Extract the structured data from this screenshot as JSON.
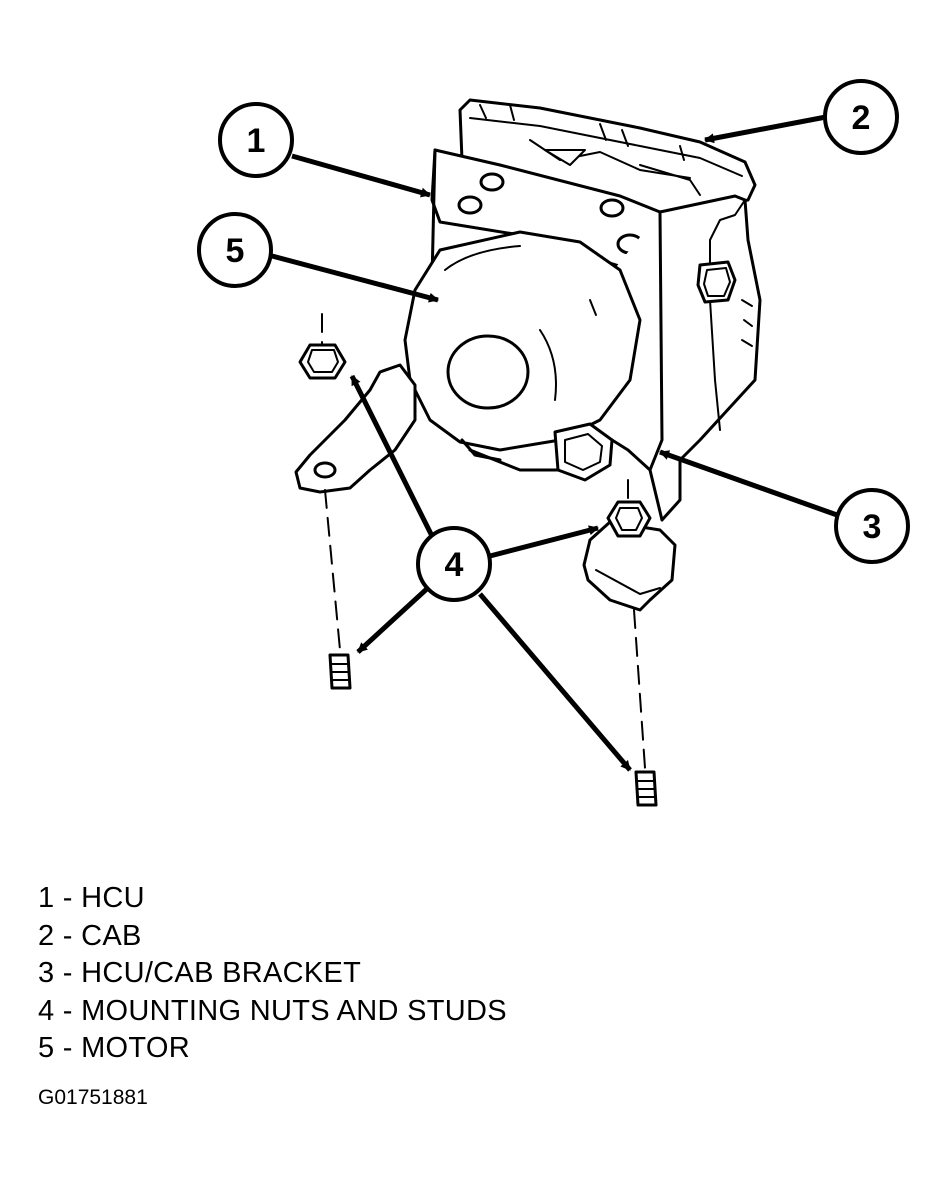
{
  "callouts": [
    {
      "id": "1",
      "part": "hcu"
    },
    {
      "id": "2",
      "part": "cab"
    },
    {
      "id": "3",
      "part": "bracket"
    },
    {
      "id": "4",
      "part": "mounting-nuts-and-studs"
    },
    {
      "id": "5",
      "part": "motor"
    }
  ],
  "legend": [
    "1 - HCU",
    "2 - CAB",
    "3 - HCU/CAB BRACKET",
    "4 - MOUNTING NUTS AND STUDS",
    "5 - MOTOR"
  ],
  "figure_id": "G01751881"
}
